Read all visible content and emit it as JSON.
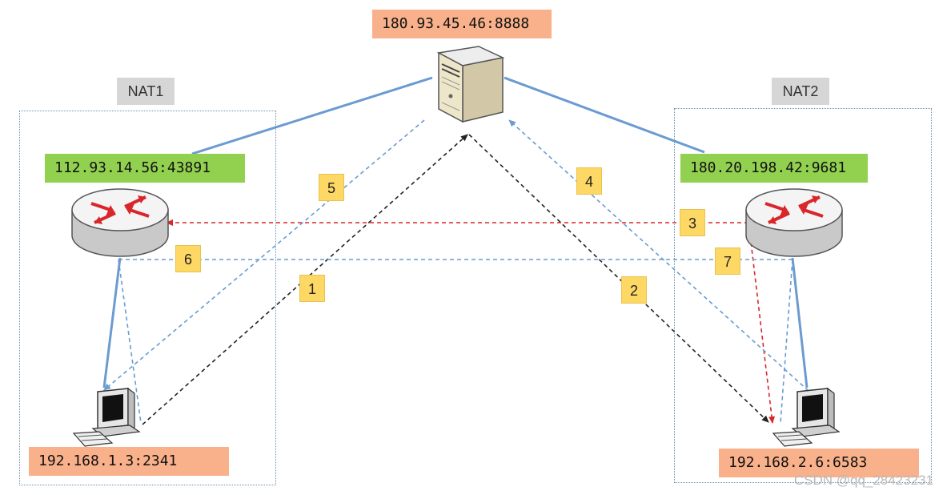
{
  "server": {
    "address": "180.93.45.46:8888"
  },
  "nat1": {
    "label": "NAT1",
    "public_address": "112.93.14.56:43891",
    "host_address": "192.168.1.3:2341"
  },
  "nat2": {
    "label": "NAT2",
    "public_address": "180.20.198.42:9681",
    "host_address": "192.168.2.6:6583"
  },
  "steps": [
    "1",
    "2",
    "3",
    "4",
    "5",
    "6",
    "7"
  ],
  "watermark": "CSDN @qq_28423231",
  "colors": {
    "address_orange": "#f8b18b",
    "address_green": "#92d050",
    "step_badge": "#fdd865",
    "link_solid": "#6a9bd1",
    "arrow_black": "#222222",
    "arrow_red": "#d9262b",
    "arrow_blue": "#6a9bd1"
  }
}
